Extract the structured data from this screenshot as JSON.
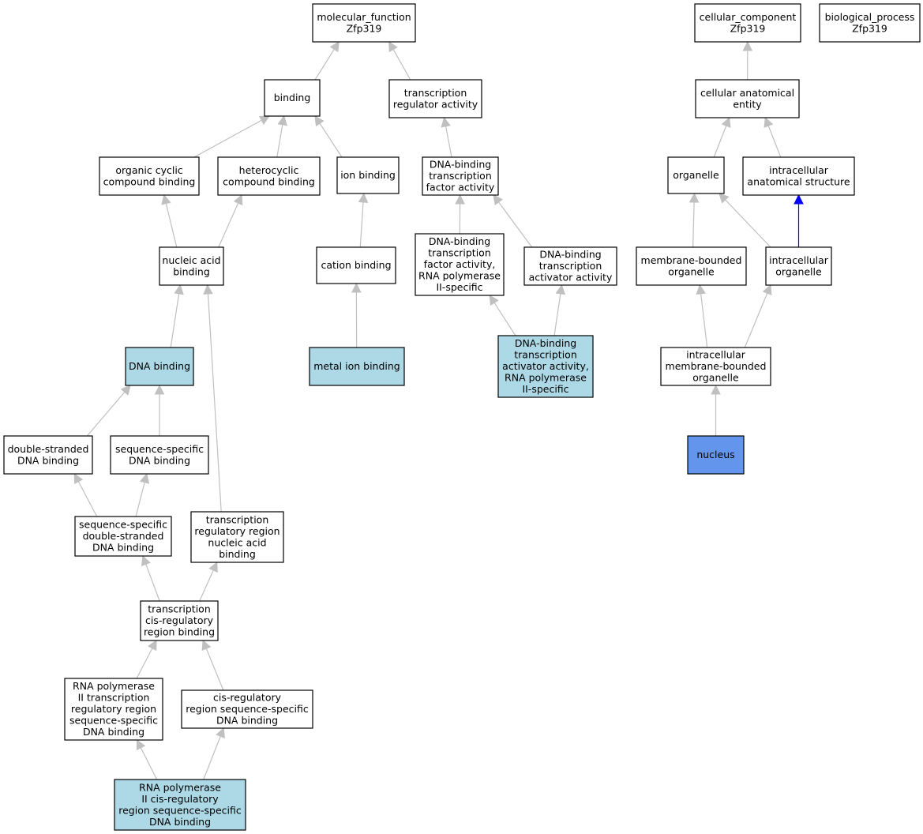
{
  "colors": {
    "default_fill": "#ffffff",
    "annotated_fill": "#add8e6",
    "primary_fill": "#6495ed",
    "edge_gray": "#c0c0c0",
    "edge_blue": "#0000ff",
    "border": "#000000"
  },
  "nodes": [
    {
      "id": "molecular_function",
      "lines": [
        "molecular_function",
        "Zfp319"
      ],
      "fill": "default"
    },
    {
      "id": "binding",
      "lines": [
        "binding"
      ],
      "fill": "default"
    },
    {
      "id": "transcription_regulator_activity",
      "lines": [
        "transcription",
        "regulator activity"
      ],
      "fill": "default"
    },
    {
      "id": "organic_cyclic_compound_binding",
      "lines": [
        "organic cyclic",
        "compound binding"
      ],
      "fill": "default"
    },
    {
      "id": "heterocyclic_compound_binding",
      "lines": [
        "heterocyclic",
        "compound binding"
      ],
      "fill": "default"
    },
    {
      "id": "ion_binding",
      "lines": [
        "ion binding"
      ],
      "fill": "default"
    },
    {
      "id": "dna_binding_transcription_factor_activity",
      "lines": [
        "DNA-binding",
        "transcription",
        "factor activity"
      ],
      "fill": "default"
    },
    {
      "id": "nucleic_acid_binding",
      "lines": [
        "nucleic acid",
        "binding"
      ],
      "fill": "default"
    },
    {
      "id": "cation_binding",
      "lines": [
        "cation binding"
      ],
      "fill": "default"
    },
    {
      "id": "dna_binding_tf_activity_rnap2",
      "lines": [
        "DNA-binding",
        "transcription",
        "factor activity,",
        "RNA polymerase",
        "II-specific"
      ],
      "fill": "default"
    },
    {
      "id": "dna_binding_transcription_activator_activity",
      "lines": [
        "DNA-binding",
        "transcription",
        "activator activity"
      ],
      "fill": "default"
    },
    {
      "id": "dna_binding",
      "lines": [
        "DNA binding"
      ],
      "fill": "annotated"
    },
    {
      "id": "metal_ion_binding",
      "lines": [
        "metal ion binding"
      ],
      "fill": "annotated"
    },
    {
      "id": "dna_binding_activator_rnap2",
      "lines": [
        "DNA-binding",
        "transcription",
        "activator activity,",
        "RNA polymerase",
        "II-specific"
      ],
      "fill": "annotated"
    },
    {
      "id": "double_stranded_dna_binding",
      "lines": [
        "double-stranded",
        "DNA binding"
      ],
      "fill": "default"
    },
    {
      "id": "sequence_specific_dna_binding",
      "lines": [
        "sequence-specific",
        "DNA binding"
      ],
      "fill": "default"
    },
    {
      "id": "sequence_specific_ds_dna_binding",
      "lines": [
        "sequence-specific",
        "double-stranded",
        "DNA binding"
      ],
      "fill": "default"
    },
    {
      "id": "transcription_regulatory_region_nucleic_acid_binding",
      "lines": [
        "transcription",
        "regulatory region",
        "nucleic acid",
        "binding"
      ],
      "fill": "default"
    },
    {
      "id": "transcription_cis_regulatory_region_binding",
      "lines": [
        "transcription",
        "cis-regulatory",
        "region binding"
      ],
      "fill": "default"
    },
    {
      "id": "rnap2_transcription_regulatory_region_ss_dna_binding",
      "lines": [
        "RNA polymerase",
        "II transcription",
        "regulatory region",
        "sequence-specific",
        "DNA binding"
      ],
      "fill": "default"
    },
    {
      "id": "cis_regulatory_region_ss_dna_binding",
      "lines": [
        "cis-regulatory",
        "region sequence-specific",
        "DNA binding"
      ],
      "fill": "default"
    },
    {
      "id": "rnap2_cis_regulatory_region_ss_dna_binding",
      "lines": [
        "RNA polymerase",
        "II cis-regulatory",
        "region sequence-specific",
        "DNA binding"
      ],
      "fill": "annotated"
    },
    {
      "id": "cellular_component",
      "lines": [
        "cellular_component",
        "Zfp319"
      ],
      "fill": "default"
    },
    {
      "id": "biological_process",
      "lines": [
        "biological_process",
        "Zfp319"
      ],
      "fill": "default"
    },
    {
      "id": "cellular_anatomical_entity",
      "lines": [
        "cellular anatomical",
        "entity"
      ],
      "fill": "default"
    },
    {
      "id": "organelle",
      "lines": [
        "organelle"
      ],
      "fill": "default"
    },
    {
      "id": "intracellular_anatomical_structure",
      "lines": [
        "intracellular",
        "anatomical structure"
      ],
      "fill": "default"
    },
    {
      "id": "membrane_bounded_organelle",
      "lines": [
        "membrane-bounded",
        "organelle"
      ],
      "fill": "default"
    },
    {
      "id": "intracellular_organelle",
      "lines": [
        "intracellular",
        "organelle"
      ],
      "fill": "default"
    },
    {
      "id": "intracellular_membrane_bounded_organelle",
      "lines": [
        "intracellular",
        "membrane-bounded",
        "organelle"
      ],
      "fill": "default"
    },
    {
      "id": "nucleus",
      "lines": [
        "nucleus"
      ],
      "fill": "primary"
    }
  ],
  "edges": [
    {
      "from": "binding",
      "to": "molecular_function",
      "color": "gray"
    },
    {
      "from": "transcription_regulator_activity",
      "to": "molecular_function",
      "color": "gray"
    },
    {
      "from": "organic_cyclic_compound_binding",
      "to": "binding",
      "color": "gray"
    },
    {
      "from": "heterocyclic_compound_binding",
      "to": "binding",
      "color": "gray"
    },
    {
      "from": "ion_binding",
      "to": "binding",
      "color": "gray"
    },
    {
      "from": "dna_binding_transcription_factor_activity",
      "to": "transcription_regulator_activity",
      "color": "gray"
    },
    {
      "from": "nucleic_acid_binding",
      "to": "organic_cyclic_compound_binding",
      "color": "gray"
    },
    {
      "from": "nucleic_acid_binding",
      "to": "heterocyclic_compound_binding",
      "color": "gray"
    },
    {
      "from": "cation_binding",
      "to": "ion_binding",
      "color": "gray"
    },
    {
      "from": "dna_binding_tf_activity_rnap2",
      "to": "dna_binding_transcription_factor_activity",
      "color": "gray"
    },
    {
      "from": "dna_binding_transcription_activator_activity",
      "to": "dna_binding_transcription_factor_activity",
      "color": "gray"
    },
    {
      "from": "dna_binding",
      "to": "nucleic_acid_binding",
      "color": "gray"
    },
    {
      "from": "transcription_regulatory_region_nucleic_acid_binding",
      "to": "nucleic_acid_binding",
      "color": "gray"
    },
    {
      "from": "metal_ion_binding",
      "to": "cation_binding",
      "color": "gray"
    },
    {
      "from": "dna_binding_activator_rnap2",
      "to": "dna_binding_tf_activity_rnap2",
      "color": "gray"
    },
    {
      "from": "dna_binding_activator_rnap2",
      "to": "dna_binding_transcription_activator_activity",
      "color": "gray"
    },
    {
      "from": "double_stranded_dna_binding",
      "to": "dna_binding",
      "color": "gray"
    },
    {
      "from": "sequence_specific_dna_binding",
      "to": "dna_binding",
      "color": "gray"
    },
    {
      "from": "sequence_specific_ds_dna_binding",
      "to": "double_stranded_dna_binding",
      "color": "gray"
    },
    {
      "from": "sequence_specific_ds_dna_binding",
      "to": "sequence_specific_dna_binding",
      "color": "gray"
    },
    {
      "from": "transcription_cis_regulatory_region_binding",
      "to": "sequence_specific_ds_dna_binding",
      "color": "gray"
    },
    {
      "from": "transcription_cis_regulatory_region_binding",
      "to": "transcription_regulatory_region_nucleic_acid_binding",
      "color": "gray"
    },
    {
      "from": "rnap2_transcription_regulatory_region_ss_dna_binding",
      "to": "transcription_cis_regulatory_region_binding",
      "color": "gray"
    },
    {
      "from": "cis_regulatory_region_ss_dna_binding",
      "to": "transcription_cis_regulatory_region_binding",
      "color": "gray"
    },
    {
      "from": "rnap2_cis_regulatory_region_ss_dna_binding",
      "to": "rnap2_transcription_regulatory_region_ss_dna_binding",
      "color": "gray"
    },
    {
      "from": "rnap2_cis_regulatory_region_ss_dna_binding",
      "to": "cis_regulatory_region_ss_dna_binding",
      "color": "gray"
    },
    {
      "from": "cellular_anatomical_entity",
      "to": "cellular_component",
      "color": "gray"
    },
    {
      "from": "organelle",
      "to": "cellular_anatomical_entity",
      "color": "gray"
    },
    {
      "from": "intracellular_anatomical_structure",
      "to": "cellular_anatomical_entity",
      "color": "gray"
    },
    {
      "from": "membrane_bounded_organelle",
      "to": "organelle",
      "color": "gray"
    },
    {
      "from": "intracellular_organelle",
      "to": "organelle",
      "color": "gray"
    },
    {
      "from": "intracellular_organelle",
      "to": "intracellular_anatomical_structure",
      "color": "blue"
    },
    {
      "from": "intracellular_membrane_bounded_organelle",
      "to": "membrane_bounded_organelle",
      "color": "gray"
    },
    {
      "from": "intracellular_membrane_bounded_organelle",
      "to": "intracellular_organelle",
      "color": "gray"
    },
    {
      "from": "nucleus",
      "to": "intracellular_membrane_bounded_organelle",
      "color": "gray"
    }
  ]
}
